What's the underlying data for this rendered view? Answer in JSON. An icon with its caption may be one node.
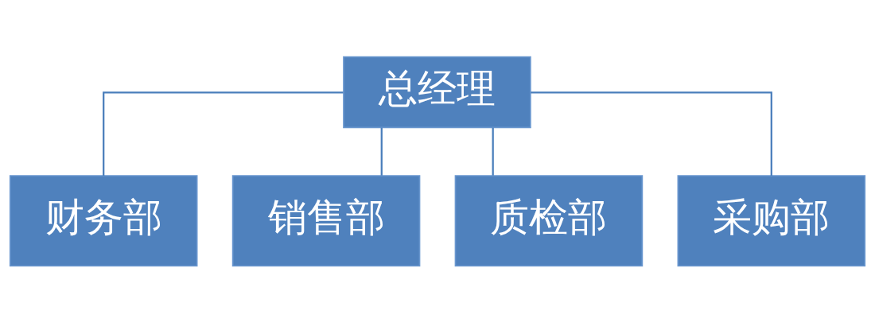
{
  "diagram": {
    "nodes": [
      {
        "text": [
          "总经理"
        ]
      },
      {
        "text": [
          "财务部"
        ]
      },
      {
        "text": [
          "销售部"
        ]
      },
      {
        "text": [
          "质检部"
        ]
      },
      {
        "text": [
          "采购部"
        ]
      }
    ],
    "edges": [
      {
        "from": 0,
        "to": 1,
        "arrow": "none"
      },
      {
        "from": 0,
        "to": 2,
        "arrow": "none"
      },
      {
        "from": 0,
        "to": 3,
        "arrow": "none"
      },
      {
        "from": 0,
        "to": 4,
        "arrow": "none"
      }
    ]
  }
}
